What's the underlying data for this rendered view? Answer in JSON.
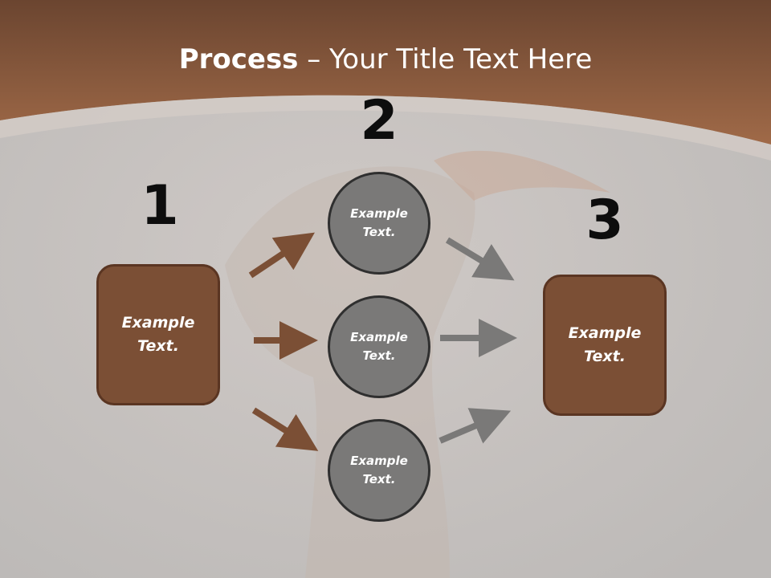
{
  "title": {
    "bold": "Process",
    "rest": " – Your Title Text Here"
  },
  "colors": {
    "header": "#8f5b3c",
    "box": "#7b4f35",
    "circle": "#7a7978",
    "arrow_brown": "#7b4f35",
    "arrow_gray": "#7a7978"
  },
  "steps": [
    {
      "number": "1",
      "text": "Example\nText."
    },
    {
      "number": "2",
      "items": [
        {
          "text": "Example\nText."
        },
        {
          "text": "Example\nText."
        },
        {
          "text": "Example\nText."
        }
      ]
    },
    {
      "number": "3",
      "text": "Example\nText."
    }
  ]
}
